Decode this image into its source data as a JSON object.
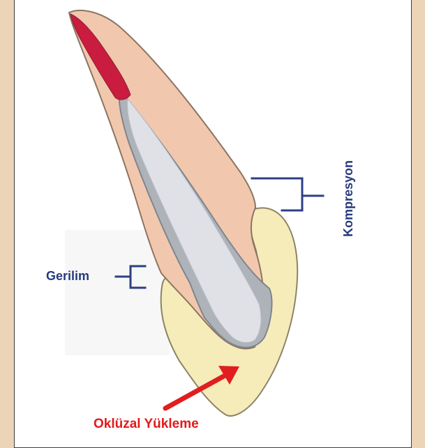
{
  "diagram": {
    "labels": {
      "compression": "Kompresyon",
      "tension": "Gerilim",
      "occlusal_load": "Oklüzal Yükleme"
    },
    "colors": {
      "background_frame": "#ecd5b6",
      "panel": "#ffffff",
      "enamel_dentin": "#f1c8ae",
      "crown_bone": "#f6ecb9",
      "pulp_canal": "#c8cbd0",
      "apex_red": "#c91c3e",
      "bracket_blue": "#2d3f86",
      "arrow_red": "#e01e1f"
    }
  }
}
